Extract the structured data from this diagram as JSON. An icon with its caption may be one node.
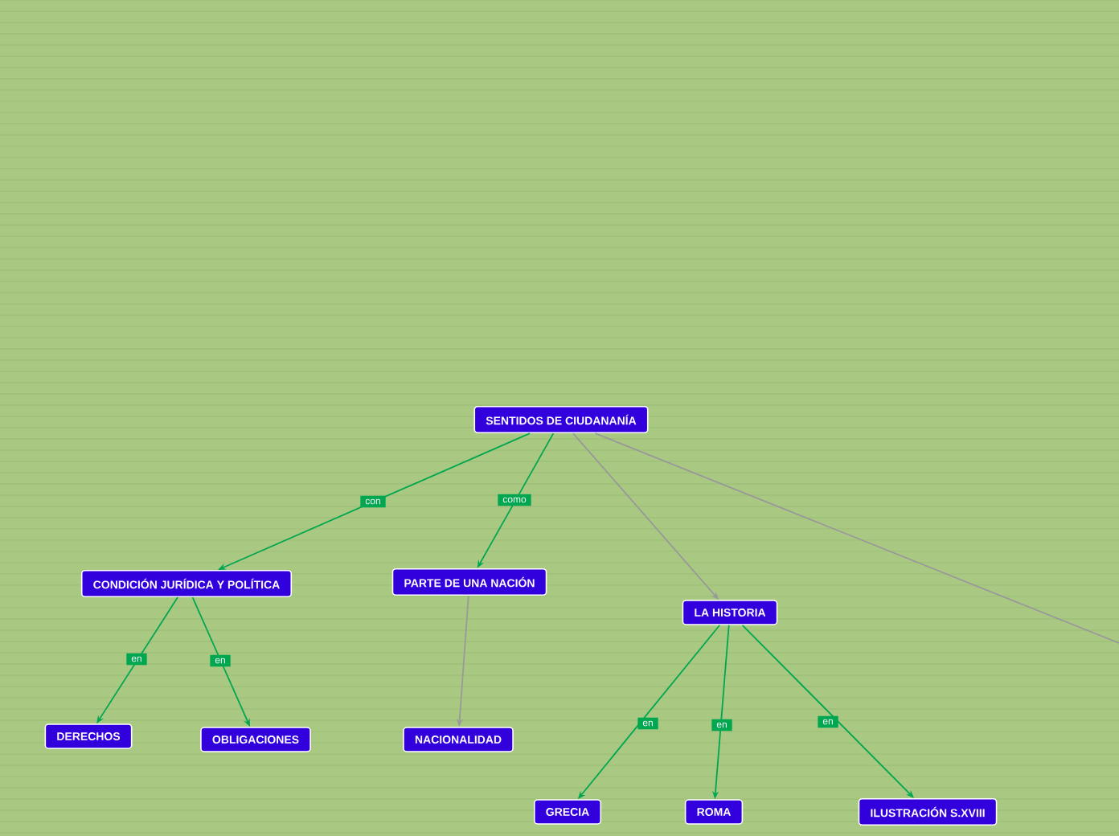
{
  "diagram": {
    "nodes": [
      {
        "text": [
          "SENTIDOS DE CIUDANANÍA"
        ]
      },
      {
        "text": [
          "CONDICIÓN JURÍDICA Y POLÍTICA"
        ]
      },
      {
        "text": [
          "PARTE DE UNA NACIÓN"
        ]
      },
      {
        "text": [
          "LA HISTORIA"
        ]
      },
      {
        "text": [
          "DERECHOS"
        ]
      },
      {
        "text": [
          "OBLIGACIONES"
        ]
      },
      {
        "text": [
          "NACIONALIDAD"
        ]
      },
      {
        "text": [
          "GRECIA"
        ]
      },
      {
        "text": [
          "ROMA"
        ]
      },
      {
        "text": [
          "ILUSTRACIÓN S.XVIII"
        ]
      }
    ],
    "edges": [
      {
        "from": 0,
        "to": 1,
        "arrow": "to",
        "label": "con"
      },
      {
        "from": 0,
        "to": 2,
        "arrow": "to",
        "label": "como"
      },
      {
        "from": 0,
        "to": 3,
        "arrow": "to",
        "color": "#999999"
      },
      {
        "from": 0,
        "to": null,
        "arrow": "none",
        "color": "#999999"
      },
      {
        "from": 1,
        "to": 4,
        "arrow": "to",
        "label": "en"
      },
      {
        "from": 1,
        "to": 5,
        "arrow": "to",
        "label": "en"
      },
      {
        "from": 2,
        "to": 6,
        "arrow": "to",
        "color": "#999999"
      },
      {
        "from": 3,
        "to": 7,
        "arrow": "to",
        "label": "en"
      },
      {
        "from": 3,
        "to": 8,
        "arrow": "to",
        "label": "en"
      },
      {
        "from": 3,
        "to": 9,
        "arrow": "to",
        "label": "en"
      }
    ]
  }
}
